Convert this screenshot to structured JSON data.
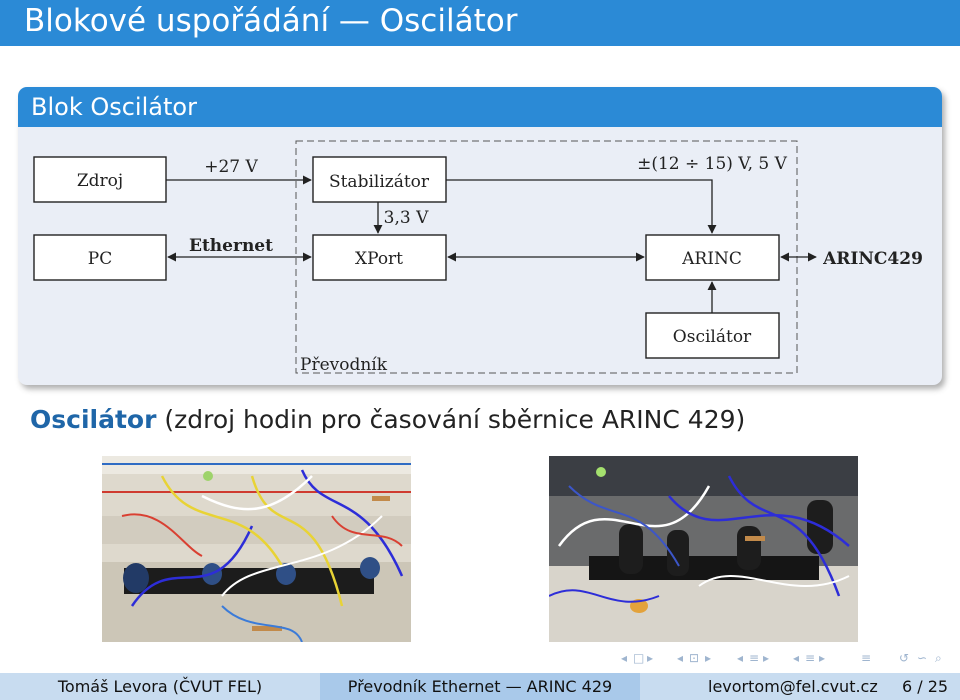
{
  "slide": {
    "title": "Blokové uspořádání — Oscilátor"
  },
  "block": {
    "title": "Blok Oscilátor",
    "diagram": {
      "zdroj": "Zdroj",
      "v27": "+27 V",
      "stabilizator": "Stabilizátor",
      "vpm": "±(12 ÷ 15) V, 5 V",
      "v33": "3,3 V",
      "pc": "PC",
      "ethernet": "Ethernet",
      "xport": "XPort",
      "arinc": "ARINC",
      "arinc429": "ARINC429",
      "oscilator": "Oscilátor",
      "prevodnik": "Převodník"
    }
  },
  "heading": {
    "strong": "Oscilátor",
    "rest": " (zdroj hodin pro časování sběrnice ARINC 429)"
  },
  "photos": [
    {
      "name": "breadboard-photo-1"
    },
    {
      "name": "breadboard-photo-2"
    }
  ],
  "nav": {
    "icons": [
      "◂",
      "□",
      "▸",
      "◂",
      "⊡",
      "▸",
      "◂",
      "≡",
      "▸",
      "◂",
      "≡",
      "▸",
      "≡",
      "↺",
      "∽",
      "⌕"
    ]
  },
  "footer": {
    "author": "Tomáš Levora (ČVUT FEL)",
    "title": "Převodník Ethernet — ARINC 429",
    "email": "levortom@fel.cvut.cz",
    "page": "6 / 25"
  },
  "colors": {
    "accent": "#2b8ad6",
    "block_bg": "#eaeef6",
    "footer_dark": "#a9c9ea",
    "footer_light": "#c8dcf0"
  }
}
